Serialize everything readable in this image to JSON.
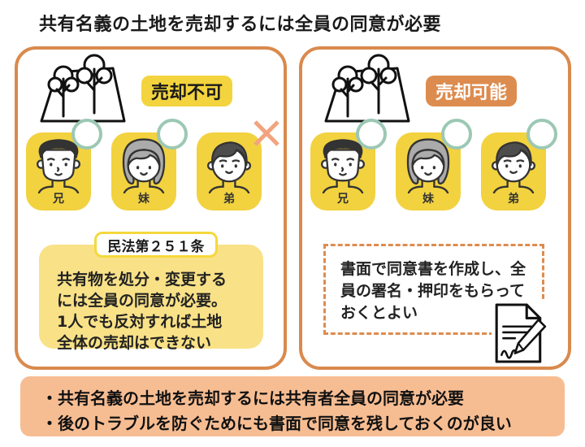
{
  "title": "共有名義の土地を売却するには全員の同意が必要",
  "left_panel": {
    "badge": "売却不可",
    "people": [
      {
        "label": "兄",
        "mark": "circle"
      },
      {
        "label": "妹",
        "mark": "circle"
      },
      {
        "label": "弟",
        "mark": "cross"
      }
    ],
    "law_title": "民法第２５１条",
    "note": "共有物を処分・変更する\nには全員の同意が必要。\n1人でも反対すれば土地\n全体の売却はできない"
  },
  "right_panel": {
    "badge": "売却可能",
    "people": [
      {
        "label": "兄",
        "mark": "circle"
      },
      {
        "label": "妹",
        "mark": "circle"
      },
      {
        "label": "弟",
        "mark": "circle"
      }
    ],
    "note": "書面で同意書を作成し、全\n員の署名・押印をもらって\nおくとよい"
  },
  "summary": {
    "bullets": [
      "・共有名義の土地を売却するには共有者全員の同意が必要",
      "・後のトラブルを防ぐためにも書面で同意を残しておくのが良い"
    ]
  },
  "icons": [
    "land-with-trees-icon",
    "circle-agree-icon",
    "cross-disagree-icon",
    "signed-document-pen-icon"
  ],
  "colors": {
    "panel_border": "#D98A4D",
    "badge_yellow": "#F3D43E",
    "badge_orange": "#DD8C4F",
    "tile_yellow": "#F2D23F",
    "note_yellow": "#F9E187",
    "dashed_border": "#DD8C4F",
    "ring_teal": "#9CC8B4",
    "cross_salmon": "#F2A47F",
    "summary_bg": "#F7BD92"
  }
}
